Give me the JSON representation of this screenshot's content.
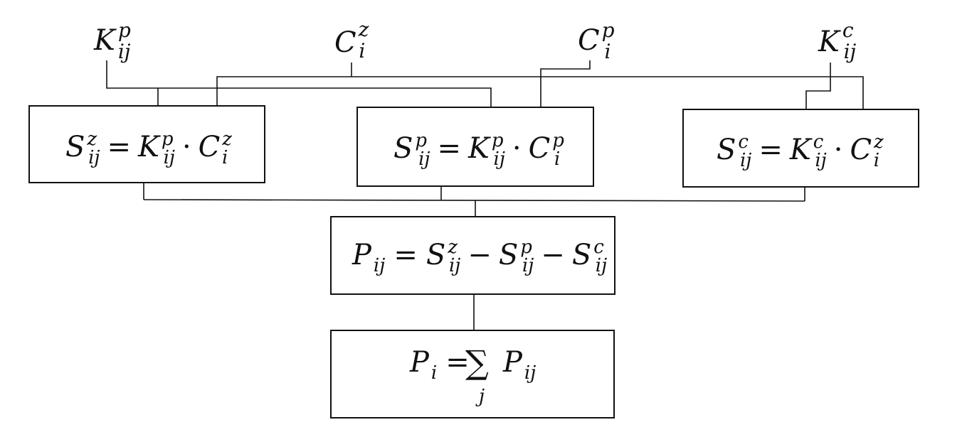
{
  "inputs": {
    "kp": {
      "base": "K",
      "sup": "p",
      "sub": "ij"
    },
    "cz": {
      "base": "C",
      "sup": "z",
      "sub": "i"
    },
    "cp": {
      "base": "C",
      "sup": "p",
      "sub": "i"
    },
    "kc": {
      "base": "K",
      "sup": "c",
      "sub": "ij"
    }
  },
  "ops": {
    "eq": "=",
    "dot": "·",
    "minus": "−",
    "sum": "∑"
  },
  "boxes": {
    "sz": {
      "lhs": {
        "base": "S",
        "sup": "z",
        "sub": "ij"
      },
      "t1": {
        "base": "K",
        "sup": "p",
        "sub": "ij"
      },
      "t2": {
        "base": "C",
        "sup": "z",
        "sub": "i"
      }
    },
    "sp": {
      "lhs": {
        "base": "S",
        "sup": "p",
        "sub": "ij"
      },
      "t1": {
        "base": "K",
        "sup": "p",
        "sub": "ij"
      },
      "t2": {
        "base": "C",
        "sup": "p",
        "sub": "i"
      }
    },
    "sc": {
      "lhs": {
        "base": "S",
        "sup": "c",
        "sub": "ij"
      },
      "t1": {
        "base": "K",
        "sup": "c",
        "sub": "ij"
      },
      "t2": {
        "base": "C",
        "sup": "z",
        "sub": "i"
      }
    },
    "pij": {
      "lhs": {
        "base": "P",
        "sub": "ij"
      },
      "t1": {
        "base": "S",
        "sup": "z",
        "sub": "ij"
      },
      "t2": {
        "base": "S",
        "sup": "p",
        "sub": "ij"
      },
      "t3": {
        "base": "S",
        "sup": "c",
        "sub": "ij"
      }
    },
    "pi": {
      "lhs": {
        "base": "P",
        "sub": "i"
      },
      "idx": "j",
      "t1": {
        "base": "P",
        "sub": "ij"
      }
    }
  }
}
